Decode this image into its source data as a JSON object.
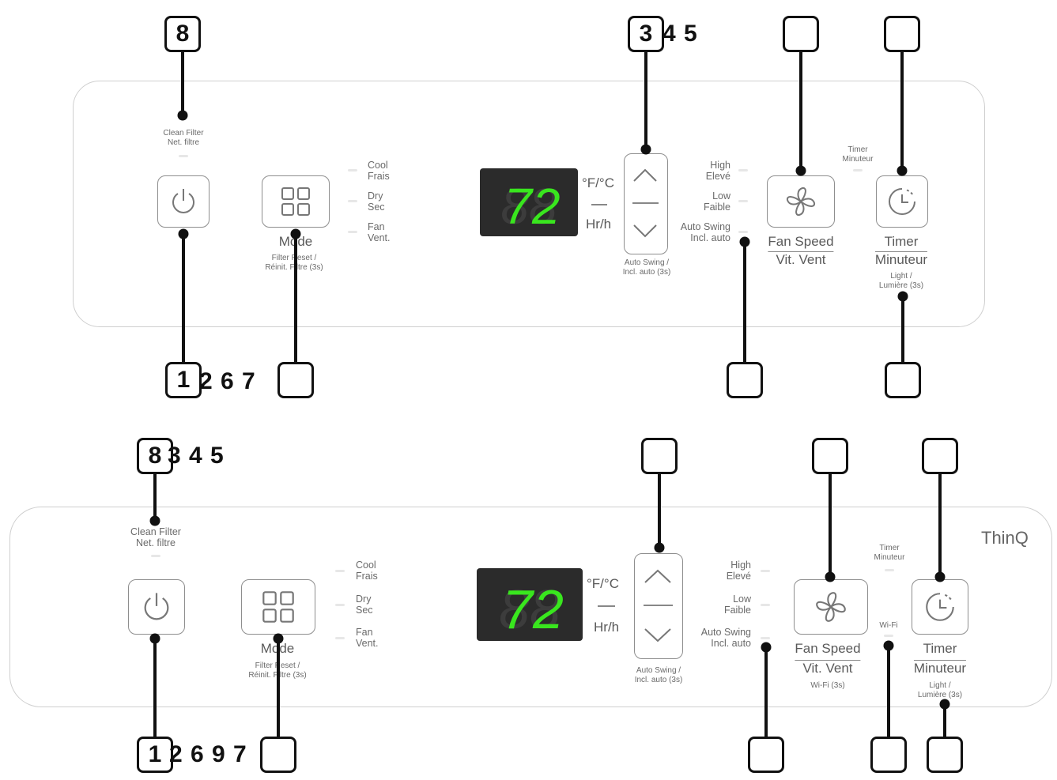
{
  "panel_top": {
    "clean_filter": [
      "Clean Filter",
      "Net. filtre"
    ],
    "mode_options": [
      [
        "Cool",
        "Frais"
      ],
      [
        "Dry",
        "Sec"
      ],
      [
        "Fan",
        "Vent."
      ]
    ],
    "mode_label": "Mode",
    "mode_sub": [
      "Filter Reset /",
      "Réinit. Filtre (3s)"
    ],
    "display_value": "72",
    "unit_temp": "°F/°C",
    "unit_hours": "Hr/h",
    "updown_sub": [
      "Auto Swing /",
      "Incl. auto (3s)"
    ],
    "fan_options": [
      [
        "High",
        "Elevé"
      ],
      [
        "Low",
        "Faible"
      ],
      [
        "Auto Swing",
        "Incl. auto"
      ]
    ],
    "timer_indicator": [
      "Timer",
      "Minuteur"
    ],
    "fan_label": [
      "Fan Speed",
      "Vit. Vent"
    ],
    "timer_label": [
      "Timer",
      "Minuteur"
    ],
    "timer_sub": [
      "Light /",
      "Lumière (3s)"
    ],
    "callouts": {
      "top_clean_filter": "8",
      "top_updown": "3",
      "top_updown_extra": "4 5",
      "bottom_power": "1",
      "bottom_power_extra": "2 6 7"
    }
  },
  "panel_bottom": {
    "clean_filter": [
      "Clean Filter",
      "Net. filtre"
    ],
    "mode_options": [
      [
        "Cool",
        "Frais"
      ],
      [
        "Dry",
        "Sec"
      ],
      [
        "Fan",
        "Vent."
      ]
    ],
    "mode_label": "Mode",
    "mode_sub": [
      "Filter Reset /",
      "Réinit. Filtre (3s)"
    ],
    "display_value": "72",
    "unit_temp": "°F/°C",
    "unit_hours": "Hr/h",
    "updown_sub": [
      "Auto Swing /",
      "Incl. auto (3s)"
    ],
    "fan_options": [
      [
        "High",
        "Elevé"
      ],
      [
        "Low",
        "Faible"
      ],
      [
        "Auto Swing",
        "Incl. auto"
      ]
    ],
    "timer_indicator": [
      "Timer",
      "Minuteur"
    ],
    "wifi_indicator": "Wi-Fi",
    "fan_label": [
      "Fan Speed",
      "Vit. Vent"
    ],
    "fan_sub": "Wi-Fi (3s)",
    "timer_label": [
      "Timer",
      "Minuteur"
    ],
    "timer_sub": [
      "Light /",
      "Lumière (3s)"
    ],
    "brand": "ThinQ",
    "callouts": {
      "top_clean_filter": "8",
      "top_clean_filter_extra": "3 4 5",
      "bottom_power": "1",
      "bottom_power_extra": "2 6 9 7"
    }
  },
  "colors": {
    "display_digits": "#39e61e",
    "display_ghost": "#3c3c3c",
    "display_bg": "#2b2b2b",
    "outline": "#cfcfcf",
    "callout": "#111111"
  },
  "icons": [
    "power-icon",
    "mode-grid-icon",
    "up-arrow-icon",
    "down-arrow-icon",
    "fan-icon",
    "timer-clock-icon"
  ]
}
